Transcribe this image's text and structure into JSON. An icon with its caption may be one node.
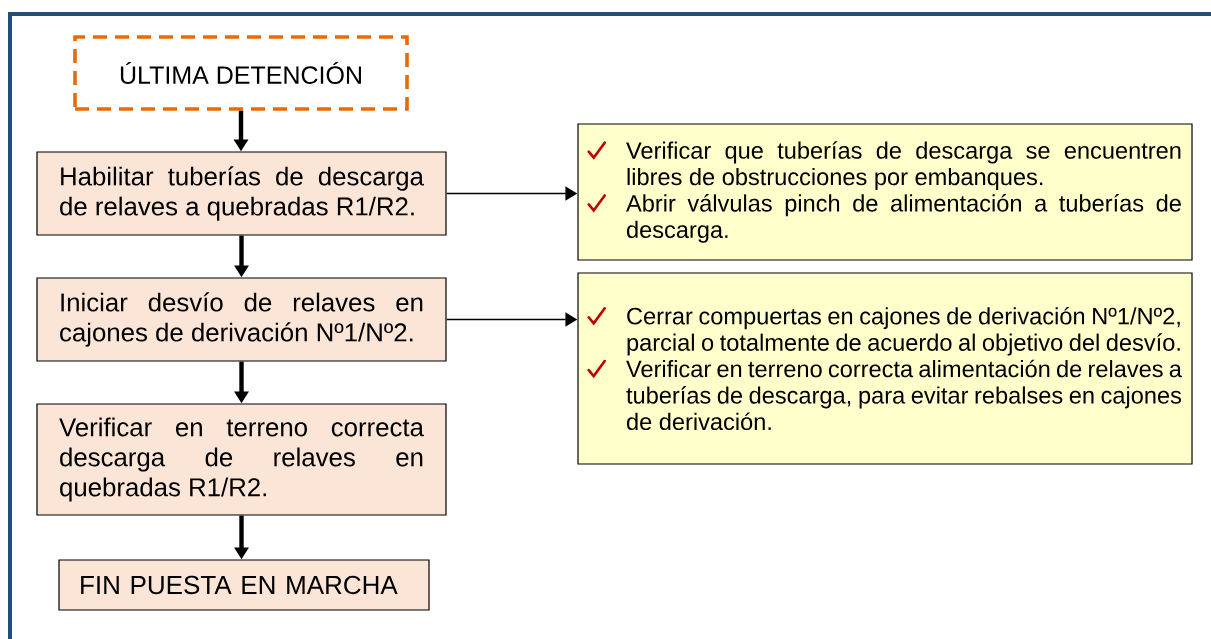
{
  "diagram": {
    "nodes": [
      {
        "text": [
          "ÚLTIMA DETENCIÓN"
        ]
      },
      {
        "text": [
          "Habilitar tuberías de descarga de relaves a quebradas R1/R2."
        ]
      },
      {
        "text": [
          "Iniciar desvío de relaves en cajones de derivación Nº1/Nº2."
        ]
      },
      {
        "text": [
          "Verificar en terreno correcta descarga de relaves en quebradas R1/R2."
        ]
      },
      {
        "text": [
          "FIN PUESTA EN MARCHA"
        ]
      },
      {
        "text": [
          "Verificar que tuberías de descarga se encuentren libres de obstrucciones por embanques.",
          "Abrir válvulas pinch de alimentación a tuberías de descarga."
        ]
      },
      {
        "text": [
          "Cerrar compuertas en cajones de derivación Nº1/Nº2, parcial o totalmente de acuerdo al objetivo del desvío.",
          "Verificar en terreno correcta alimentación de relaves a tuberías de descarga, para evitar rebalses en cajones de derivación."
        ]
      }
    ],
    "edges": [
      {
        "from": 0,
        "to": 1,
        "arrow": "to"
      },
      {
        "from": 1,
        "to": 2,
        "arrow": "to"
      },
      {
        "from": 2,
        "to": 3,
        "arrow": "to"
      },
      {
        "from": 3,
        "to": 4,
        "arrow": "to"
      },
      {
        "from": 1,
        "to": 5,
        "arrow": "to"
      },
      {
        "from": 2,
        "to": 6,
        "arrow": "to"
      }
    ]
  }
}
